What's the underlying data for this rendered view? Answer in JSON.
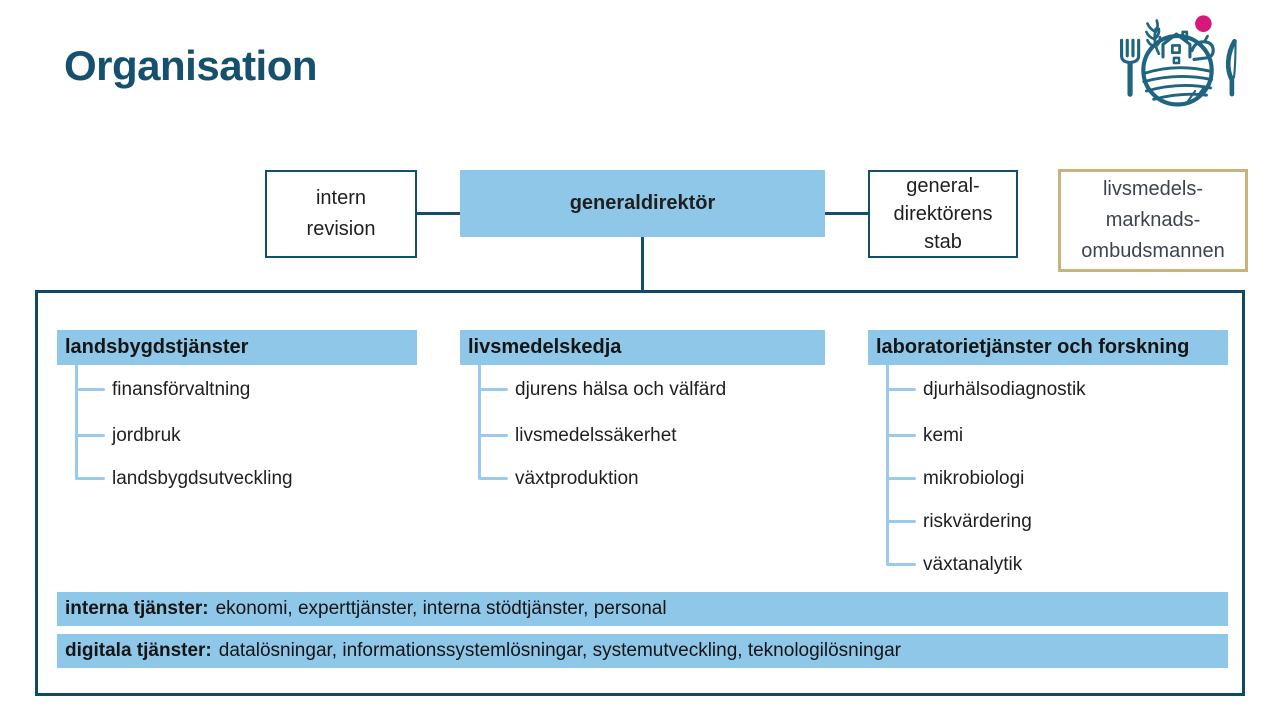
{
  "page_title": "Organisation",
  "icons": {
    "logo": "food-authority-farm-logo"
  },
  "colors": {
    "accent_blue": "#8FC7E8",
    "tree_blue": "#9BCBEC",
    "dark_teal": "#124F6B",
    "container_border": "#0D4A63",
    "title_teal": "#15506E",
    "gold_border": "#C8B37D",
    "logo_teal": "#1F6480",
    "logo_pink": "#D6187A"
  },
  "top_row": {
    "intern_revision": {
      "line1": "intern",
      "line2": "revision"
    },
    "generaldirektor": {
      "label": "generaldirektör"
    },
    "stab": {
      "line1": "general-",
      "line2": "direktörens",
      "line3": "stab"
    },
    "ombudsman": {
      "line1": "livsmedels-",
      "line2": "marknads-",
      "line3": "ombudsmannen"
    }
  },
  "departments": [
    {
      "header": "landsbygdstjänster",
      "units": [
        "finansförvaltning",
        "jordbruk",
        "landsbygdsutveckling"
      ]
    },
    {
      "header": "livsmedelskedja",
      "units": [
        "djurens hälsa och välfärd",
        "livsmedelssäkerhet",
        "växtproduktion"
      ]
    },
    {
      "header": "laboratorietjänster och forskning",
      "units": [
        "djurhälsodiagnostik",
        "kemi",
        "mikrobiologi",
        "riskvärdering",
        "växtanalytik"
      ]
    }
  ],
  "service_bars": [
    {
      "label": "interna tjänster:",
      "text": "ekonomi, experttjänster, interna stödtjänster, personal"
    },
    {
      "label": "digitala tjänster:",
      "text": "datalösningar, informationssystemlösningar, systemutveckling, teknologilösningar"
    }
  ]
}
